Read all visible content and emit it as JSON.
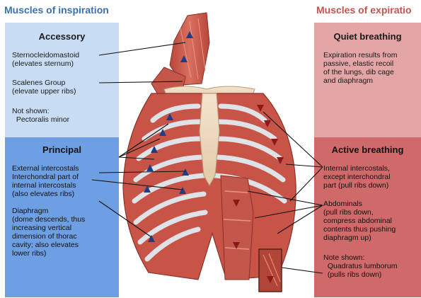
{
  "headers": {
    "inspiration": "Muscles of inspiration",
    "expiration": "Muscles of expiratio"
  },
  "left": {
    "accessory": {
      "title": "Accessory",
      "item1": "Sternocleidomastoid\n(elevates sternum)",
      "item2": "Scalenes Group\n(elevate upper ribs)",
      "item3": "Not shown:\n  Pectoralis minor"
    },
    "principal": {
      "title": "Principal",
      "item1": "External intercostals\nInterchondral part of\ninternal intercostals\n(also elevates ribs)",
      "item2": "Diaphragm\n(dome descends, thus\nincreasing vertical\ndimension of thorac\ncavity; also elevates\nlower ribs)"
    }
  },
  "right": {
    "quiet": {
      "title": "Quiet breathing",
      "item1": "Expiration results from\npassive, elastic recoil\nof the lungs, dib cage\nand diaphragm"
    },
    "active": {
      "title": "Active breathing",
      "item1": "Internal intercostals,\nexcept interchondral\npart (pull ribs down)",
      "item2": "Abdominals\n(pull ribs down,\ncompress abdominal\ncontents thus pushing\ndiaphragm up)",
      "item3": "Note shown:\n  Quadratus lumborum\n  (pulls ribs down)"
    }
  },
  "colors": {
    "inspiration_header": "#3a6fb4",
    "expiration_header": "#c6524f",
    "accessory_bg": "#c8dcf3",
    "principal_bg": "#6f9fe3",
    "quiet_bg": "#e3a5a6",
    "active_bg": "#d0696a",
    "muscle": "#c9574a",
    "rib_cartilage": "#dcdfe4",
    "inspiration_arrow": "#1e3f86",
    "expiration_arrow": "#8a1a1a"
  }
}
